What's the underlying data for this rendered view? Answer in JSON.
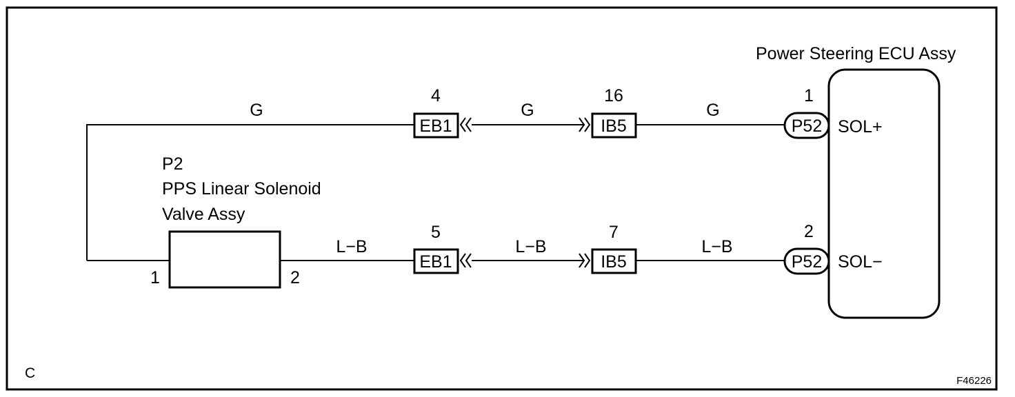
{
  "ecu": {
    "title": "Power Steering ECU Assy",
    "pin_top": {
      "number": "1",
      "connector": "P52",
      "signal": "SOL+"
    },
    "pin_bottom": {
      "number": "2",
      "connector": "P52",
      "signal": "SOL−"
    }
  },
  "solenoid": {
    "code": "P2",
    "name_line1": "PPS Linear Solenoid",
    "name_line2": "Valve Assy",
    "pin_left": "1",
    "pin_right": "2"
  },
  "top_circuit": {
    "wire_left": "G",
    "eb1": {
      "pin": "4",
      "label": "EB1"
    },
    "wire_mid": "G",
    "ib5": {
      "pin": "16",
      "label": "IB5"
    },
    "wire_right": "G"
  },
  "bottom_circuit": {
    "wire_left": "L−B",
    "eb1": {
      "pin": "5",
      "label": "EB1"
    },
    "wire_mid": "L−B",
    "ib5": {
      "pin": "7",
      "label": "IB5"
    },
    "wire_right": "L−B"
  },
  "corner_letter": "C",
  "figure_code": "F46226"
}
